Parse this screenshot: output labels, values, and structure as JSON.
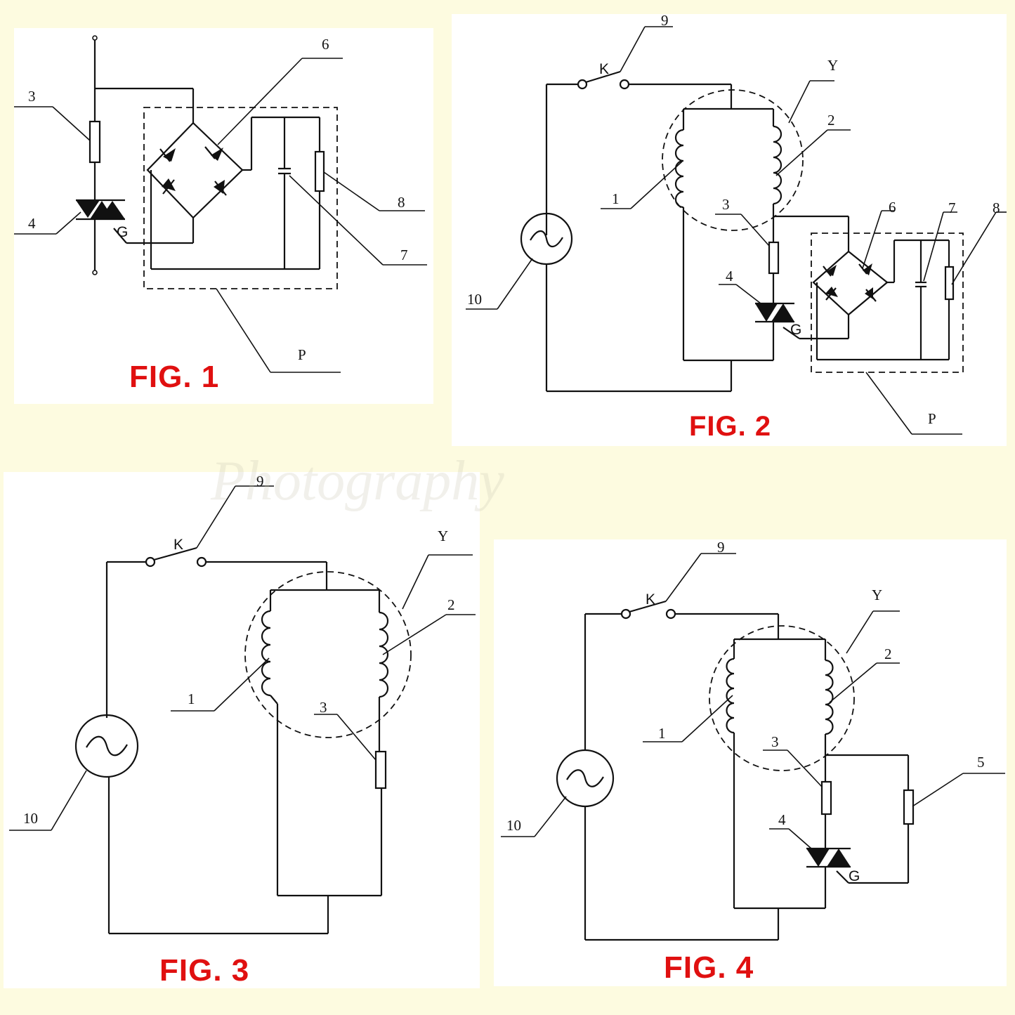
{
  "figures": [
    {
      "caption": "FIG. 1",
      "labels": {
        "l3": "3",
        "l4": "4",
        "lG": "G",
        "l6": "6",
        "l7": "7",
        "l8": "8",
        "lP": "P"
      }
    },
    {
      "caption": "FIG. 2",
      "labels": {
        "l9": "9",
        "lK": "K",
        "lY": "Y",
        "l2": "2",
        "l1": "1",
        "l3": "3",
        "l4": "4",
        "lG": "G",
        "l6": "6",
        "l7": "7",
        "l8": "8",
        "l10": "10",
        "lP": "P"
      }
    },
    {
      "caption": "FIG. 3",
      "labels": {
        "l9": "9",
        "lK": "K",
        "lY": "Y",
        "l2": "2",
        "l1": "1",
        "l3": "3",
        "l10": "10"
      }
    },
    {
      "caption": "FIG. 4",
      "labels": {
        "l9": "9",
        "lK": "K",
        "lY": "Y",
        "l2": "2",
        "l1": "1",
        "l3": "3",
        "l4": "4",
        "lG": "G",
        "l5": "5",
        "l10": "10"
      }
    }
  ],
  "watermark": "Photography",
  "colors": {
    "caption": "#e01010",
    "background": "#fdfbe0",
    "panel": "#ffffff",
    "line": "#111111"
  }
}
